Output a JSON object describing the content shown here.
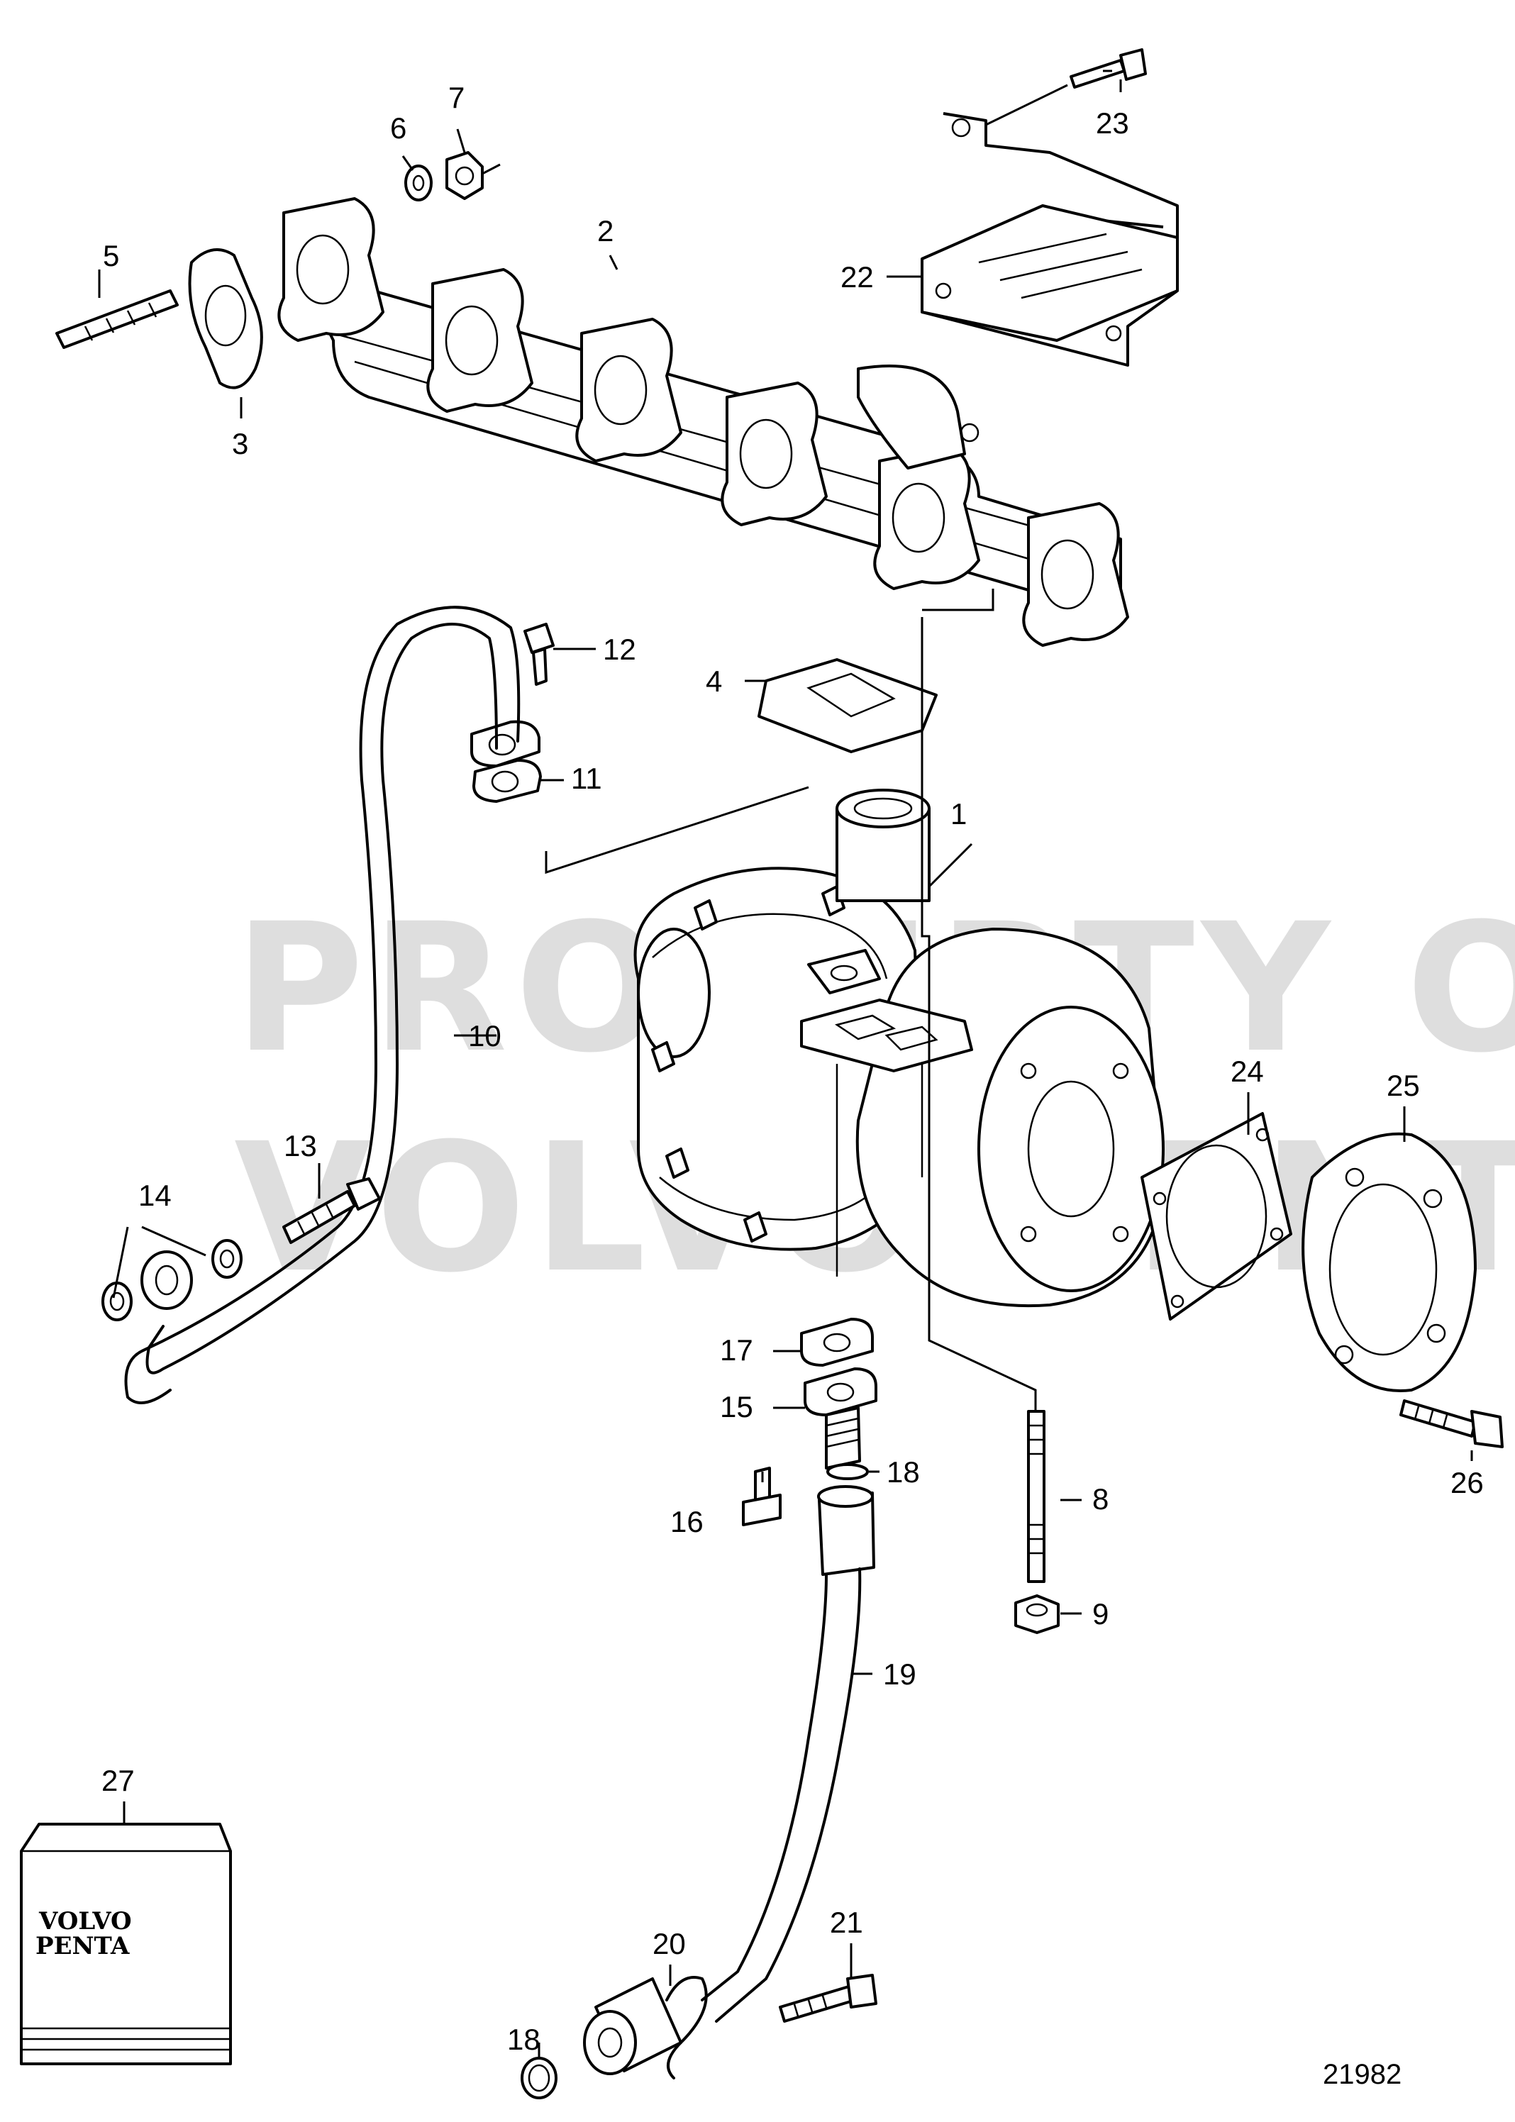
{
  "watermark": {
    "line1": "PROPERTY OF",
    "line2": "VOLVO PENTA"
  },
  "callouts": {
    "c1": "1",
    "c2": "2",
    "c3": "3",
    "c4": "4",
    "c5": "5",
    "c6": "6",
    "c7": "7",
    "c8": "8",
    "c9": "9",
    "c10": "10",
    "c11": "11",
    "c12": "12",
    "c13": "13",
    "c14": "14",
    "c15": "15",
    "c16": "16",
    "c17": "17",
    "c18a": "18",
    "c18b": "18",
    "c19": "19",
    "c20": "20",
    "c21": "21",
    "c22": "22",
    "c23": "23",
    "c24": "24",
    "c25": "25",
    "c26": "26",
    "c27": "27"
  },
  "kit": {
    "brand_line1": "VOLVO",
    "brand_line2": "PENTA"
  },
  "drawing_number": "21982"
}
